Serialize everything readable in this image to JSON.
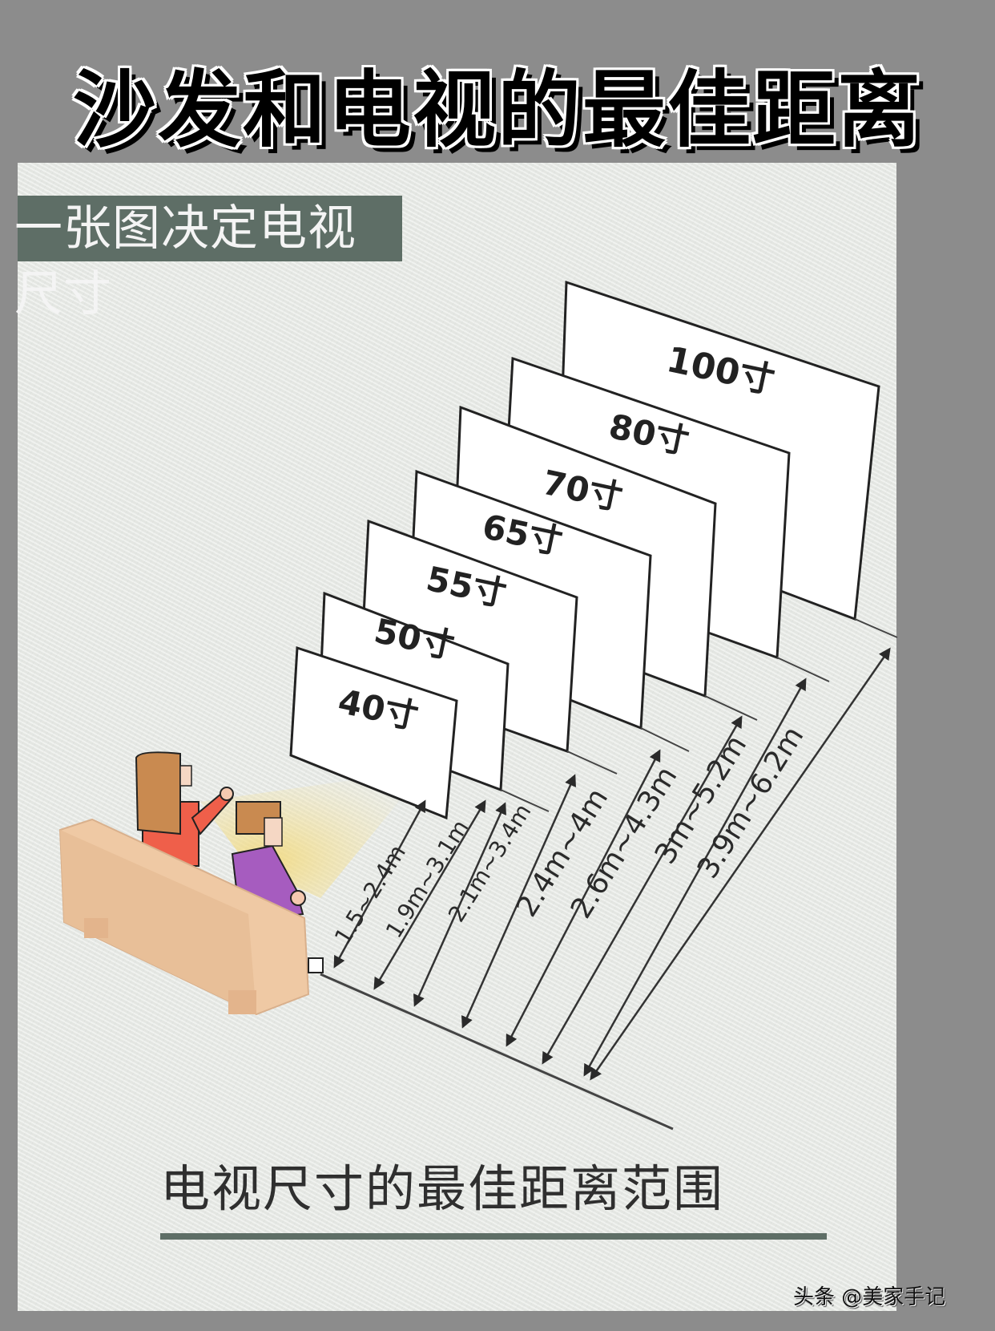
{
  "title": "沙发和电视的最佳距离",
  "subtitle": "一张图决定电视尺寸",
  "caption": "电视尺寸的最佳距离范围",
  "watermark": "头条 @美家手记",
  "colors": {
    "outer_bg": "#8c8c8c",
    "panel_bg": "#e8ebe7",
    "banner_bg": "#5e6e66",
    "sofa": "#efc9a4",
    "woman_shirt": "#ef5f4a",
    "man_shirt": "#a65cbf",
    "hair": "#c98a50",
    "light_cone": "#f6e3a0"
  },
  "tvs": [
    {
      "size": "40寸",
      "distance": "1.5~2.4m"
    },
    {
      "size": "50寸",
      "distance": "1.9m~3.1m"
    },
    {
      "size": "55寸",
      "distance": "2.1m~3.4m"
    },
    {
      "size": "65寸",
      "distance": "2.4m~4m"
    },
    {
      "size": "70寸",
      "distance": "2.6m~4.3m"
    },
    {
      "size": "80寸",
      "distance": "3m~5.2m"
    },
    {
      "size": "100寸",
      "distance": "3.9m~6.2m"
    }
  ]
}
